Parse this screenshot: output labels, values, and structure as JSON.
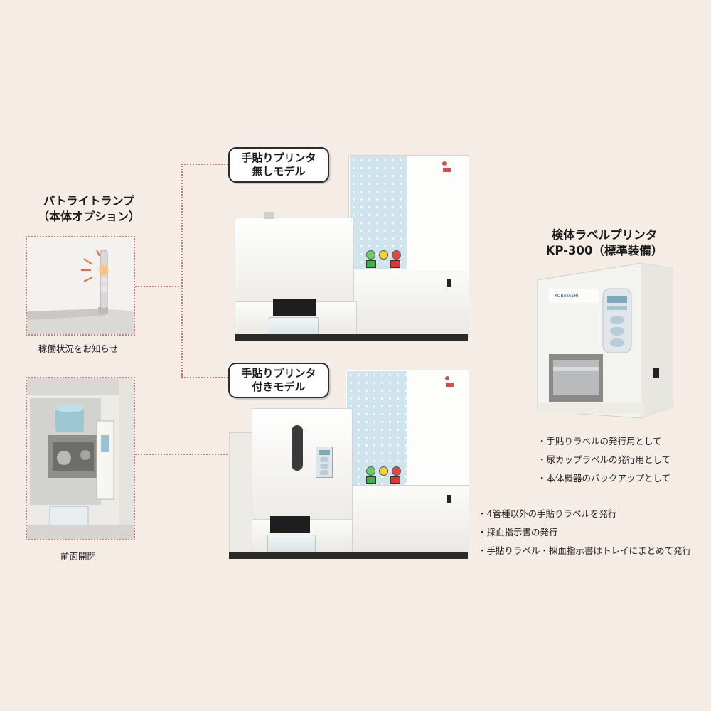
{
  "lamp": {
    "title_line1": "パトライトランプ",
    "title_line2": "（本体オプション）",
    "caption": "稼働状況をお知らせ"
  },
  "front": {
    "caption": "前面開閉"
  },
  "model_without": {
    "line1": "手貼りプリンタ",
    "line2": "無しモデル"
  },
  "model_with": {
    "line1": "手貼りプリンタ",
    "line2": "付きモデル"
  },
  "kp300": {
    "title_line1": "検体ラベルプリンタ",
    "title_line2": "KP-300（標準装備）",
    "bullets": [
      "・手貼りラベルの発行用として",
      "・尿カップラベルの発行用として",
      "・本体機器のバックアップとして"
    ]
  },
  "with_model_bullets": [
    "・4管種以外の手貼りラベルを発行",
    "・採血指示書の発行",
    "・手貼りラベル・採血指示書はトレイにまとめて発行"
  ],
  "colors": {
    "dotted_line": "#c77a77",
    "background": "#f6ece6",
    "panel_blue": "#cfe4ec"
  }
}
